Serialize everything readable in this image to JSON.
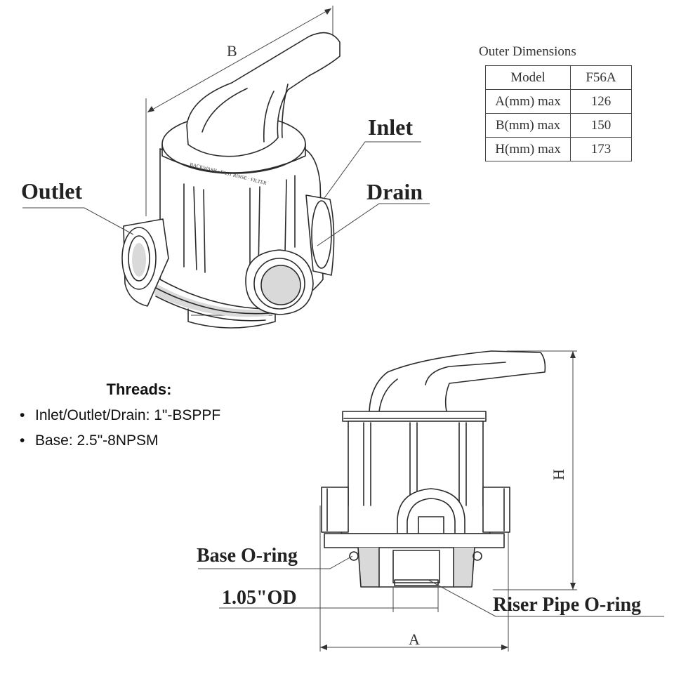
{
  "labels": {
    "outlet": "Outlet",
    "inlet": "Inlet",
    "drain": "Drain",
    "base_oring": "Base O-ring",
    "od": "1.05\"OD",
    "riser_oring": "Riser Pipe O-ring",
    "dim_b": "B",
    "dim_h": "H",
    "dim_a": "A"
  },
  "table": {
    "title": "Outer Dimensions",
    "header": [
      "Model",
      "F56A"
    ],
    "rows": [
      [
        "A(mm) max",
        "126"
      ],
      [
        "B(mm) max",
        "150"
      ],
      [
        "H(mm) max",
        "173"
      ]
    ]
  },
  "threads": {
    "title": "Threads:",
    "bullet": "•",
    "items": [
      "Inlet/Outlet/Drain: 1\"-BSPPF",
      "Base: 2.5\"-8NPSM"
    ]
  },
  "valve_markings": "BACKWASH · FAST RINSE · FILTER"
}
